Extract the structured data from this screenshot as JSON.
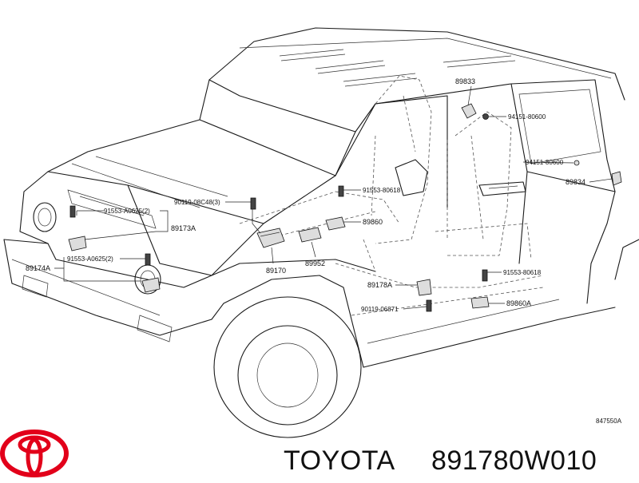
{
  "diagram": {
    "callouts": {
      "c89833": "89833",
      "c94151a": "94151-80600",
      "c94151b": "94151-80600",
      "c89834": "89834",
      "c91553_80618a": "91553-80618",
      "c89860": "89860",
      "c90119_08c48": "90119-08C48(3)",
      "c91553_a0625a": "91553-A0625(2)",
      "c89173a": "89173A",
      "c91553_a0625b": "91553-A0625(2)",
      "c89174a": "89174A",
      "c89170": "89170",
      "c89952": "89952",
      "c89178a": "89178A",
      "c91553_80618b": "91553-80618",
      "c90119_06871": "90119-06871",
      "c89860a": "89860A"
    },
    "figure_code": "847550A"
  },
  "footer": {
    "brand": "TOYOTA",
    "part_number": "891780W010"
  },
  "icons": {
    "logo": "toyota-logo-icon",
    "logo_color": "#e2001a"
  }
}
